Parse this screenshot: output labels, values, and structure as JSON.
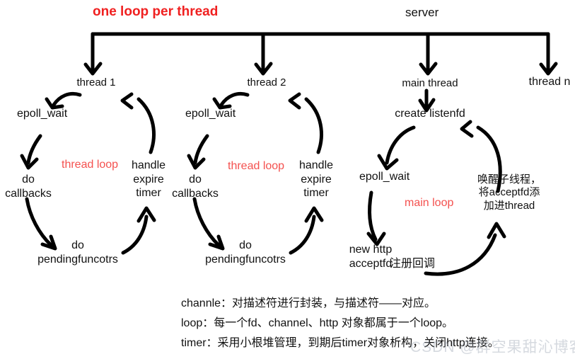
{
  "diagram": {
    "title_left": "one loop per thread",
    "title_right": "server",
    "accent_red": "#f4514f",
    "title_red": "#f02020",
    "ink_color": "#000000",
    "background": "#ffffff"
  },
  "threads": [
    {
      "name": "thread 1"
    },
    {
      "name": "thread 2"
    },
    {
      "name": "main thread"
    },
    {
      "name": "thread n"
    }
  ],
  "thread_loop_1": {
    "center_label": "thread loop",
    "nodes": [
      {
        "id": "epoll-wait",
        "text": "epoll_wait"
      },
      {
        "id": "do-callbacks",
        "line1": "do",
        "line2": "callbacks"
      },
      {
        "id": "do-pendingfuncotrs",
        "line1": "do",
        "line2": "pendingfuncotrs"
      },
      {
        "id": "handle-expire-timer",
        "line1": "handle",
        "line2": "expire",
        "line3": "timer"
      }
    ]
  },
  "thread_loop_2": {
    "center_label": "thread loop",
    "nodes": [
      {
        "id": "epoll-wait",
        "text": "epoll_wait"
      },
      {
        "id": "do-callbacks",
        "line1": "do",
        "line2": "callbacks"
      },
      {
        "id": "do-pendingfuncotrs",
        "line1": "do",
        "line2": "pendingfuncotrs"
      },
      {
        "id": "handle-expire-timer",
        "line1": "handle",
        "line2": "expire",
        "line3": "timer"
      }
    ]
  },
  "main_loop": {
    "center_label": "main loop",
    "nodes": [
      {
        "id": "create-listenfd",
        "text": "create listenfd"
      },
      {
        "id": "epoll-wait",
        "text": "epoll_wait"
      },
      {
        "id": "new-http-acceptfd",
        "line1": "new http",
        "line2": "acceptfd"
      },
      {
        "id": "register-callback",
        "text": "注册回调"
      },
      {
        "id": "wakeup-subthread",
        "line1": "唤醒子线程，",
        "line2": "将acceptfd添",
        "line3": "加进thread"
      }
    ]
  },
  "notes": [
    "channle：对描述符进行封装，与描述符——对应。",
    "loop：每一个fd、channel、http 对象都属于一个loop。",
    "timer：采用小根堆管理，到期后timer对象析构，关闭http连接。"
  ],
  "watermark": "CSDN @群空果甜沁博客"
}
